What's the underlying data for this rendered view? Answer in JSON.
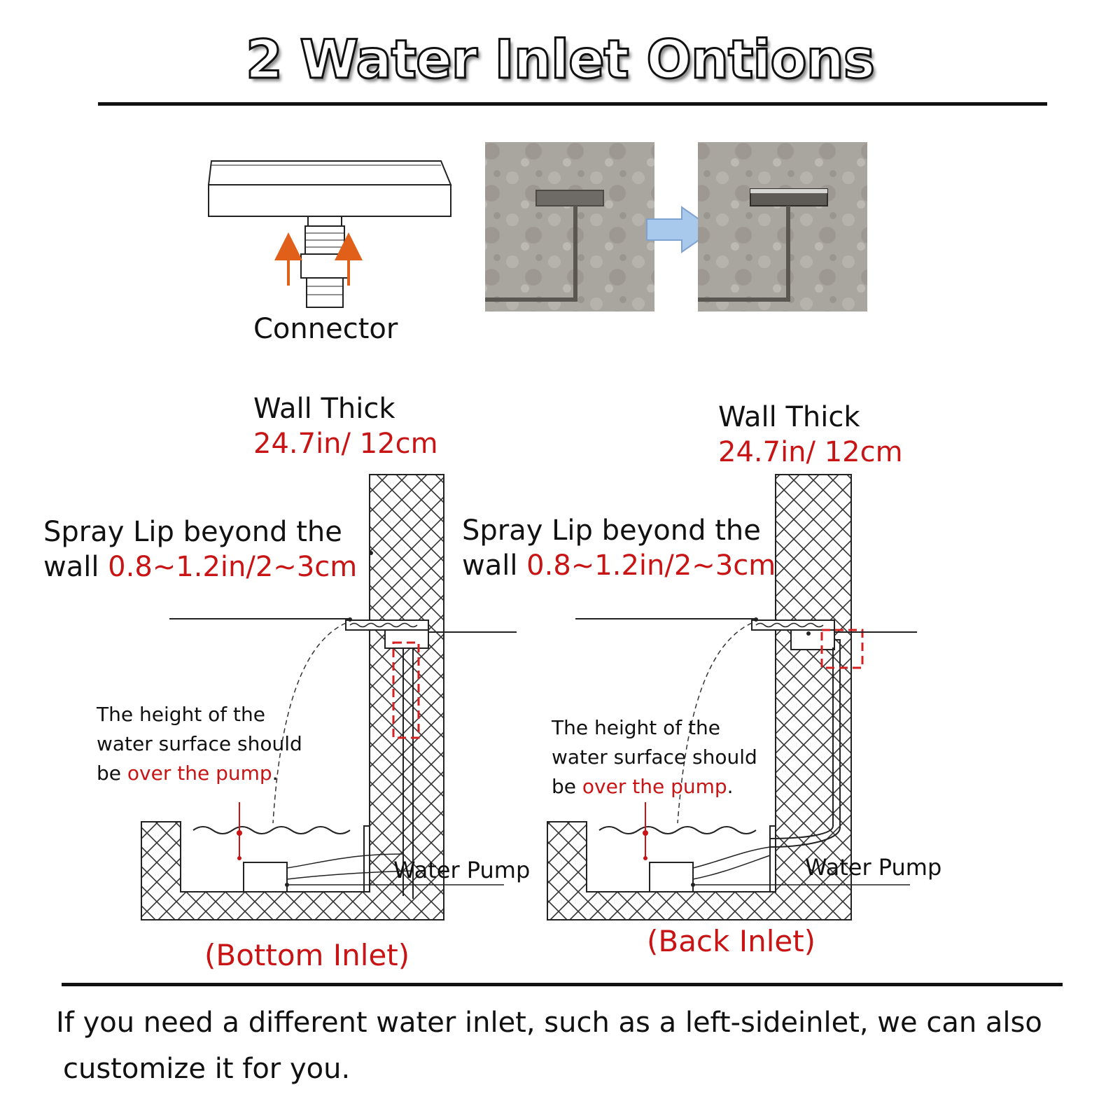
{
  "title": "2 Water Inlet Ontions",
  "connector_label": "Connector",
  "diagrams": [
    {
      "wall_thick_label": "Wall Thick",
      "wall_thick_value": "24.7in/ 12cm",
      "spray_lip_line1": "Spray Lip beyond the",
      "spray_lip_line2_prefix": "wall ",
      "spray_lip_value": "0.8~1.2in/2~3cm",
      "note_line1": "The height of the",
      "note_line2": "water surface should",
      "note_line3_prefix": "be ",
      "note_highlight": "over the pump",
      "note_suffix": ".",
      "pump_label": "Water Pump",
      "inlet_label": "(Bottom Inlet)"
    },
    {
      "wall_thick_label": "Wall Thick",
      "wall_thick_value": "24.7in/ 12cm",
      "spray_lip_line1": "Spray Lip beyond the",
      "spray_lip_line2_prefix": "wall ",
      "spray_lip_value": "0.8~1.2in/2~3cm",
      "note_line1": "The height of the",
      "note_line2": "water surface should",
      "note_line3_prefix": "be ",
      "note_highlight": "over the pump",
      "note_suffix": ".",
      "pump_label": "Water Pump",
      "inlet_label": "(Back Inlet)"
    }
  ],
  "footer_line1": "If you need a different water inlet, such as a left-sideinlet, we can also",
  "footer_line2": "customize it for you.",
  "colors": {
    "accent_red": "#c81414",
    "arrow_orange": "#e0601a",
    "arrow_blue": "#a8c8ec",
    "concrete": "#a8a49e"
  }
}
